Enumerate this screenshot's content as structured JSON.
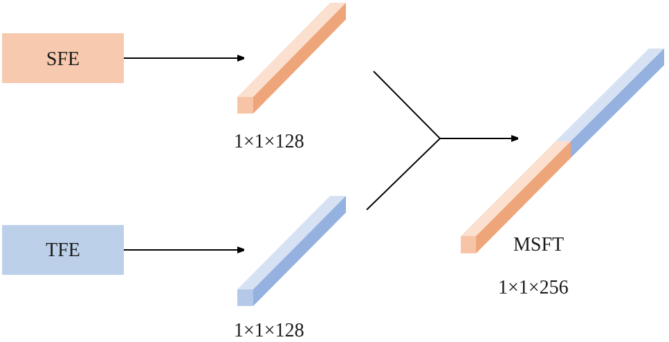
{
  "modules": {
    "sfe": {
      "label": "SFE",
      "color": "#F7C9AE"
    },
    "tfe": {
      "label": "TFE",
      "color": "#BDD0EA"
    }
  },
  "vectors": {
    "spatial_dim": "1×1×128",
    "temporal_dim": "1×1×128",
    "fused_label": "MSFT",
    "fused_dim": "1×1×256"
  },
  "colors": {
    "orange_front": "#F8C4A6",
    "orange_top": "#FCE0CF",
    "orange_side": "#EFA57A",
    "blue_front": "#B4C9E8",
    "blue_top": "#D6E2F4",
    "blue_side": "#94B1DF",
    "arrow": "#000000"
  }
}
